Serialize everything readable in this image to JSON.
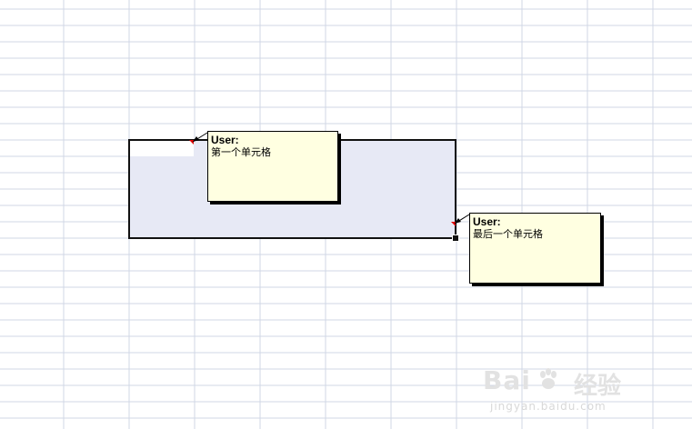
{
  "sheet": {
    "grid_color": "#d0d7e5",
    "selection_color": "#e7e9f5"
  },
  "comments": [
    {
      "author": "User:",
      "text": "第一个单元格"
    },
    {
      "author": "User:",
      "text": "最后一个单元格"
    }
  ],
  "watermark": {
    "brand": "Bai",
    "brand_cn": "经验",
    "url": "jingyan.baidu.com"
  }
}
